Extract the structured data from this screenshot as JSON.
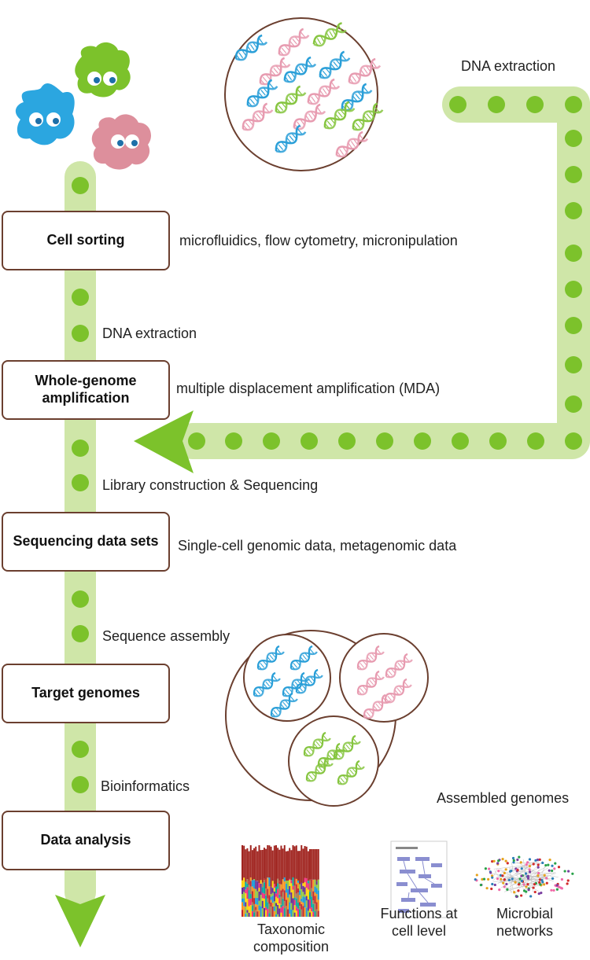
{
  "steps": [
    {
      "label": "Cell sorting",
      "note": "microfluidics, flow cytometry, micronipulation"
    },
    {
      "label": "Whole-genome amplification",
      "note": "multiple displacement amplification (MDA)"
    },
    {
      "label": "Sequencing data sets",
      "note": "Single-cell genomic data, metagenomic data"
    },
    {
      "label": "Target genomes",
      "note": ""
    },
    {
      "label": "Data analysis",
      "note": ""
    }
  ],
  "transitions": [
    "DNA extraction",
    "Library construction & Sequencing",
    "Sequence assembly",
    "Bioinformatics"
  ],
  "side_path_label": "DNA extraction",
  "assembled_label": "Assembled genomes",
  "outputs": [
    {
      "label": "Taxonomic composition"
    },
    {
      "label": "Functions at cell level"
    },
    {
      "label": "Microbial networks"
    }
  ],
  "colors": {
    "track": "#cfe6a8",
    "dot": "#7cc22b",
    "arrow": "#7cc22b",
    "box_border": "#6b3f2f",
    "cell_blue": "#2ba6e0",
    "cell_green": "#7cc22b",
    "cell_pink": "#dd8f9c",
    "dna_blue": "#2a9fd8",
    "dna_pink": "#e79bb0",
    "dna_green": "#86c540"
  }
}
